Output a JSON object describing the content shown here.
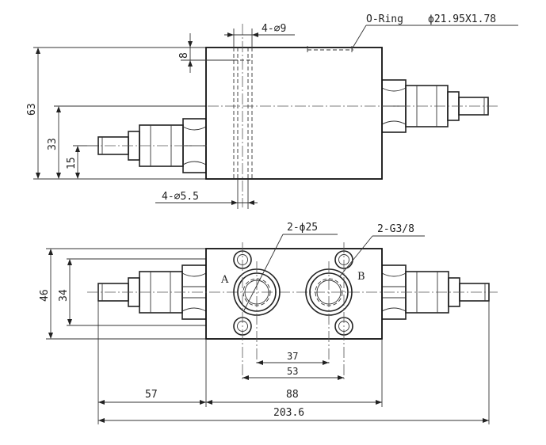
{
  "top_view": {
    "oring_label": "O-Ring",
    "oring_spec": "ϕ21.95X1.78",
    "hole_top_label": "4-⌀9",
    "hole_bottom_label": "4-⌀5.5",
    "dim_depth": "8",
    "dim_height": "63",
    "dim_axis_upper": "33",
    "dim_axis_lower": "15"
  },
  "front_view": {
    "port_diameter_label": "2-ϕ25",
    "port_thread_label": "2-G3/8",
    "port_a": "A",
    "port_b": "B",
    "dim_outer_height": "46",
    "dim_inner_height": "34",
    "dim_port_spacing_inner": "37",
    "dim_port_spacing_outer": "53",
    "dim_left_offset": "57",
    "dim_body_width": "88",
    "dim_total_length": "203.6"
  }
}
